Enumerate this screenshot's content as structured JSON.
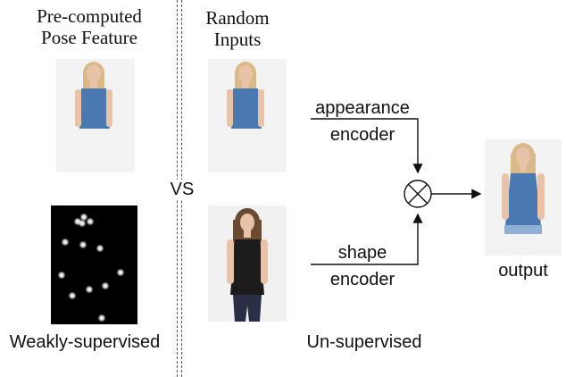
{
  "left_column": {
    "title": "Pre-computed\nPose Feature",
    "caption": "Weakly-supervised",
    "heatmap_alt": "pose-keypoint-heatmap"
  },
  "separator": {
    "label": "VS"
  },
  "right_column": {
    "title": "Random\nInputs",
    "caption": "Un-supervised",
    "appearance_label": "appearance\nencoder",
    "shape_label": "shape\nencoder",
    "output_label": "output",
    "combine_symbol": "⊗"
  },
  "colors": {
    "denim_top": "#4a78b0",
    "black_top": "#1c1c1c",
    "skin": "#e8c3a8",
    "hair_blonde": "#d9b98a",
    "hair_brown": "#6b4a33",
    "white_pants": "#f2f2f2",
    "heatmap_bg": "#000000",
    "keypoint": "#ffffff"
  }
}
